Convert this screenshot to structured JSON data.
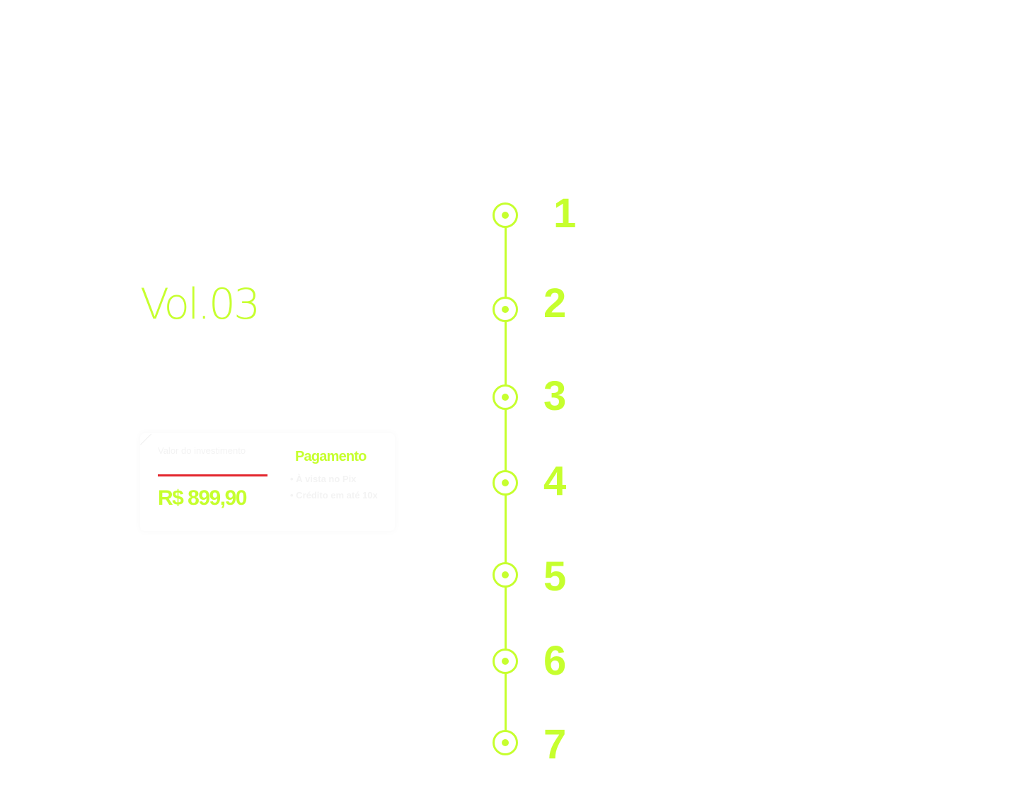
{
  "volume": {
    "title": "Vol.03"
  },
  "pricing": {
    "investment_label": "Valor do investimento",
    "price": "R$ 899,90",
    "payment_title": "Pagamento",
    "payment_options": [
      "• À vista no Pix",
      "• Crédito em até 10x"
    ]
  },
  "timeline": {
    "steps": [
      {
        "label": "1"
      },
      {
        "label": "2"
      },
      {
        "label": "3"
      },
      {
        "label": "4"
      },
      {
        "label": "5"
      },
      {
        "label": "6"
      },
      {
        "label": "7"
      }
    ]
  },
  "colors": {
    "accent": "#c6ff2e",
    "divider": "#e3262d",
    "background": "#ffffff"
  }
}
